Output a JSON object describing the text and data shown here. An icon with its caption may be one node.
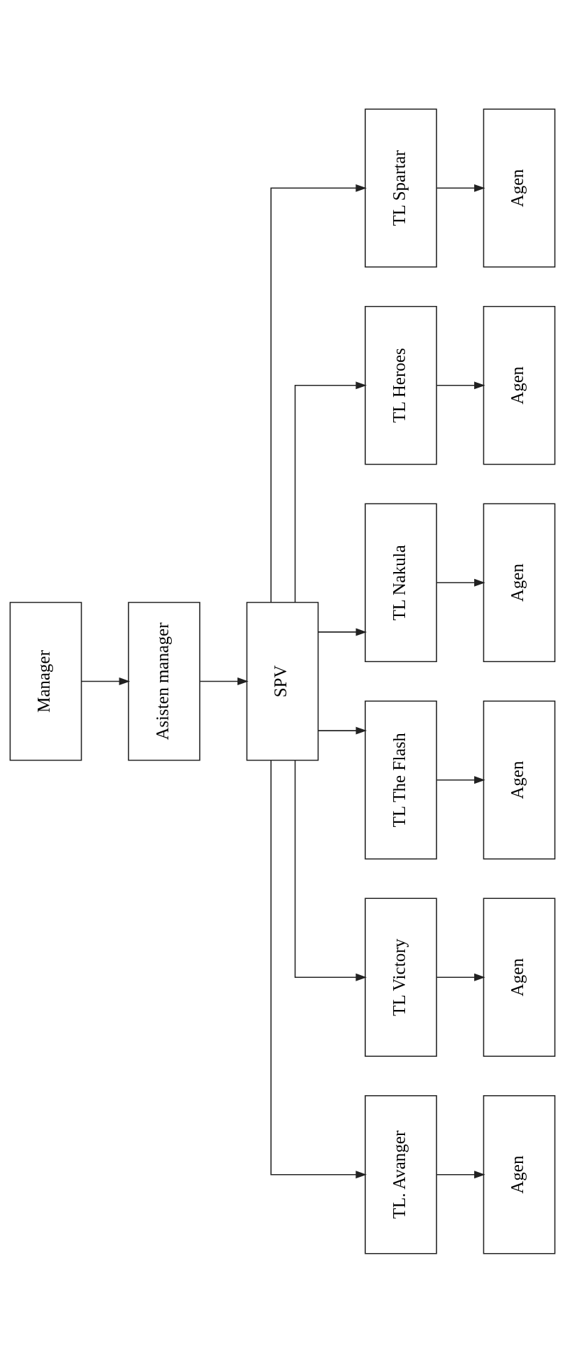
{
  "diagram": {
    "nodes": [
      {
        "text": [
          "Manager"
        ]
      },
      {
        "text": [
          "Asisten manager"
        ]
      },
      {
        "text": [
          "SPV"
        ]
      },
      {
        "text": [
          "TL. Avanger"
        ]
      },
      {
        "text": [
          "TL Victory"
        ]
      },
      {
        "text": [
          "TL The Flash"
        ]
      },
      {
        "text": [
          "TL Nakula"
        ]
      },
      {
        "text": [
          "TL Heroes"
        ]
      },
      {
        "text": [
          "TL Spartar"
        ]
      },
      {
        "text": [
          "Agen"
        ]
      },
      {
        "text": [
          "Agen"
        ]
      },
      {
        "text": [
          "Agen"
        ]
      },
      {
        "text": [
          "Agen"
        ]
      },
      {
        "text": [
          "Agen"
        ]
      },
      {
        "text": [
          "Agen"
        ]
      }
    ],
    "edges": [
      {
        "from": 0,
        "to": 1,
        "arrow": "to"
      },
      {
        "from": 1,
        "to": 2,
        "arrow": "to"
      },
      {
        "from": 2,
        "to": 3,
        "arrow": "to"
      },
      {
        "from": 2,
        "to": 4,
        "arrow": "to"
      },
      {
        "from": 2,
        "to": 5,
        "arrow": "to"
      },
      {
        "from": 2,
        "to": 6,
        "arrow": "to"
      },
      {
        "from": 2,
        "to": 7,
        "arrow": "to"
      },
      {
        "from": 2,
        "to": 8,
        "arrow": "to"
      },
      {
        "from": 3,
        "to": 9,
        "arrow": "to"
      },
      {
        "from": 4,
        "to": 10,
        "arrow": "to"
      },
      {
        "from": 5,
        "to": 11,
        "arrow": "to"
      },
      {
        "from": 6,
        "to": 12,
        "arrow": "to"
      },
      {
        "from": 7,
        "to": 13,
        "arrow": "to"
      },
      {
        "from": 8,
        "to": 14,
        "arrow": "to"
      }
    ]
  }
}
